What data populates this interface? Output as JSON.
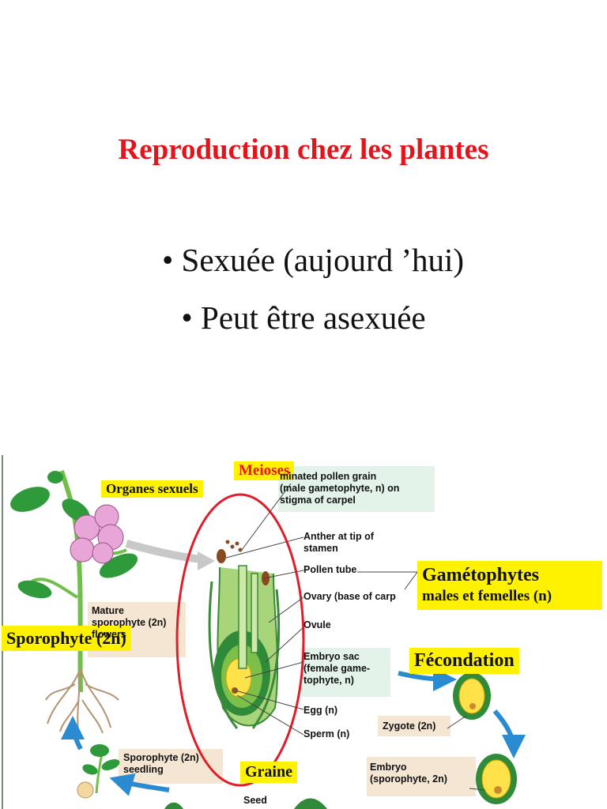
{
  "slide": {
    "title": "Reproduction chez les plantes",
    "bullets": [
      "• Sexuée (aujourd ’hui)",
      "• Peut être asexuée"
    ]
  },
  "diagram": {
    "highlights": {
      "meioses": "Meioses",
      "organes": "Organes sexuels",
      "gametophytes_l1": "Gamétophytes",
      "gametophytes_l2": "males et femelles (n)",
      "sporophyte": "Sporophyte (2n)",
      "fecondation": "Fécondation",
      "graine": "Graine"
    },
    "labels": {
      "pollen_1": "minated pollen grain",
      "pollen_2": "(male gametophyte, n) on",
      "pollen_3": "stigma of carpel",
      "anther_1": "Anther at tip of",
      "anther_2": "stamen",
      "pollentube": "Pollen tube",
      "ovary": "Ovary (base of carp",
      "ovule": "Ovule",
      "embryo_sac_1": "Embryo sac",
      "embryo_sac_2": "(female game-",
      "embryo_sac_3": "tophyte, n)",
      "egg": "Egg (n)",
      "sperm": "Sperm (n)",
      "zygote": "Zygote (2n)",
      "mature_1": "Mature",
      "mature_2": "sporophyte (2n)",
      "mature_3": "flowers",
      "seedling_1": "Sporophyte (2n)",
      "seedling_2": "seedling",
      "embryo_1": "Embryo",
      "embryo_2": "(sporophyte, 2n)",
      "seed": "Seed"
    },
    "colors": {
      "title_red": "#e3141b",
      "highlight_yellow": "#fff200",
      "arrow_blue": "#2a8bd1",
      "meiosis_circle": "#e01e2b",
      "plant_green": "#3a9a3c"
    }
  }
}
